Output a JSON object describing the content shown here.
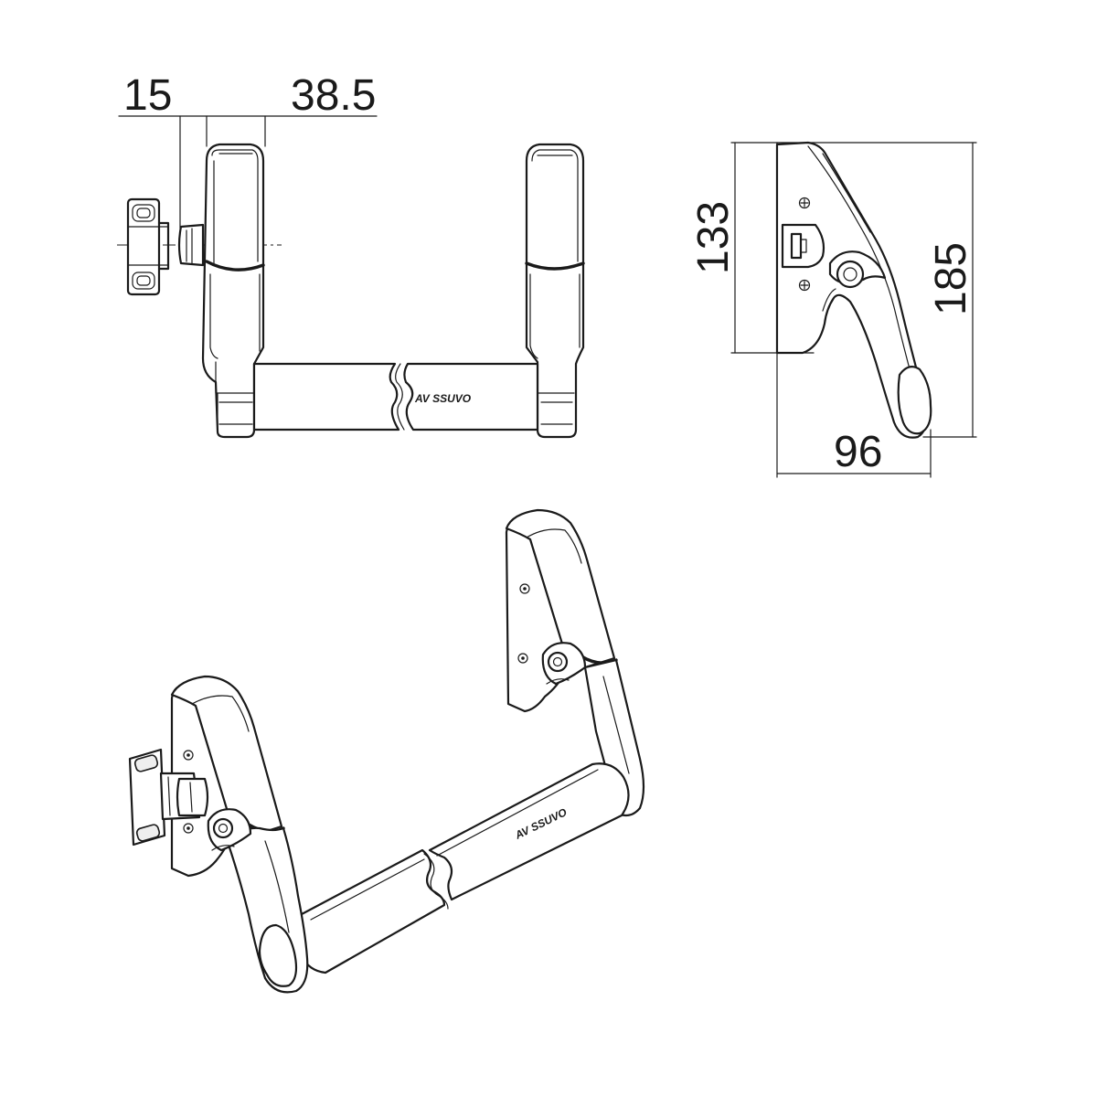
{
  "dimensions": {
    "d15": "15",
    "d38_5": "38.5",
    "d133": "133",
    "d185": "185",
    "d96": "96"
  },
  "logo": {
    "front": "AV SSUVO",
    "iso": "AV SSUVO"
  },
  "colors": {
    "line": "#1a1a1a",
    "background": "#ffffff"
  }
}
